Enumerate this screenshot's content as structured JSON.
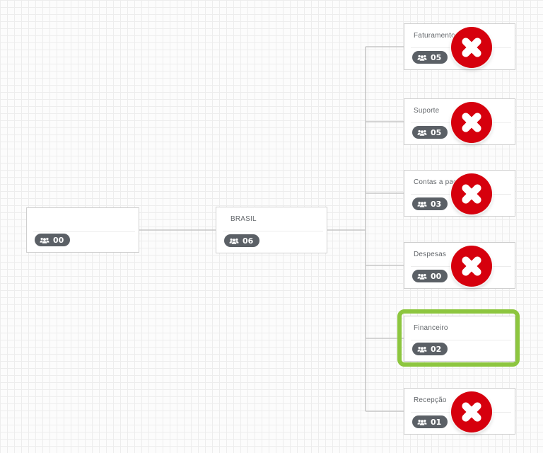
{
  "colors": {
    "node_border": "#cfcfcf",
    "divider": "#ececec",
    "title_color": "#63676b",
    "badge_bg": "#5b6066",
    "badge_text": "#ffffff",
    "line": "#c7c7c7",
    "error_red": "#d6000d",
    "highlight_green": "#8dc63f"
  },
  "org_chart": {
    "nodes": [
      {
        "key": "root",
        "title": "",
        "count": "00",
        "has_error": false,
        "highlighted": false
      },
      {
        "key": "brasil",
        "title": "BRASIL",
        "count": "06",
        "has_error": false,
        "highlighted": false
      },
      {
        "key": "faturamento",
        "title": "Faturamento",
        "count": "05",
        "has_error": true,
        "highlighted": false
      },
      {
        "key": "suporte",
        "title": "Suporte",
        "count": "05",
        "has_error": true,
        "highlighted": false
      },
      {
        "key": "contas-a-pagar",
        "title": "Contas a pagar",
        "count": "03",
        "has_error": true,
        "highlighted": false
      },
      {
        "key": "despesas",
        "title": "Despesas",
        "count": "00",
        "has_error": true,
        "highlighted": false
      },
      {
        "key": "financeiro",
        "title": "Financeiro",
        "count": "02",
        "has_error": false,
        "highlighted": true
      },
      {
        "key": "recepcao",
        "title": "Recepção",
        "count": "01",
        "has_error": true,
        "highlighted": false
      }
    ],
    "icons": {
      "badge_icon": "users-icon",
      "error_icon": "error-x-icon"
    }
  }
}
